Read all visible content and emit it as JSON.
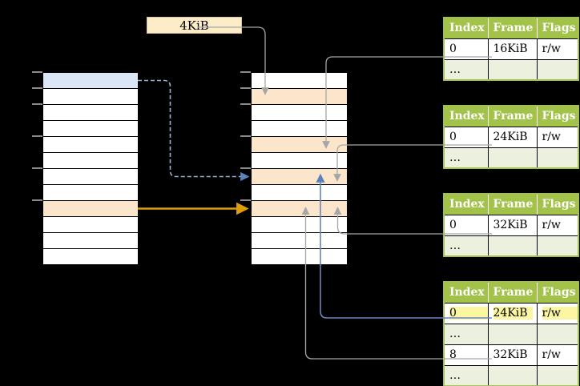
{
  "label_box": {
    "text": "4KiB"
  },
  "left_column": {
    "rows": [
      "blue",
      "white",
      "white",
      "white",
      "white",
      "white",
      "white",
      "white",
      "orange",
      "white",
      "white",
      "white"
    ]
  },
  "middle_column": {
    "rows": [
      "white",
      "orange",
      "white",
      "white",
      "orange",
      "white",
      "orange",
      "white",
      "orange",
      "white",
      "white",
      "white"
    ]
  },
  "tables": [
    {
      "name": "frame-table-16kib",
      "headers": [
        "Index",
        "Frame",
        "Flags"
      ],
      "rows": [
        {
          "cells": [
            "0",
            "16KiB",
            "r/w"
          ],
          "shaded": false,
          "highlighted": false
        },
        {
          "cells": [
            "…",
            "",
            ""
          ],
          "shaded": true,
          "highlighted": false
        }
      ]
    },
    {
      "name": "frame-table-24kib",
      "headers": [
        "Index",
        "Frame",
        "Flags"
      ],
      "rows": [
        {
          "cells": [
            "0",
            "24KiB",
            "r/w"
          ],
          "shaded": false,
          "highlighted": false
        },
        {
          "cells": [
            "…",
            "",
            ""
          ],
          "shaded": true,
          "highlighted": false
        }
      ]
    },
    {
      "name": "frame-table-32kib",
      "headers": [
        "Index",
        "Frame",
        "Flags"
      ],
      "rows": [
        {
          "cells": [
            "0",
            "32KiB",
            "r/w"
          ],
          "shaded": false,
          "highlighted": false
        },
        {
          "cells": [
            "…",
            "",
            ""
          ],
          "shaded": true,
          "highlighted": false
        }
      ]
    },
    {
      "name": "frame-table-level2",
      "headers": [
        "Index",
        "Frame",
        "Flags"
      ],
      "rows": [
        {
          "cells": [
            "0",
            "24KiB",
            "r/w"
          ],
          "shaded": false,
          "highlighted": true
        },
        {
          "cells": [
            "…",
            "",
            ""
          ],
          "shaded": true,
          "highlighted": false
        },
        {
          "cells": [
            "8",
            "32KiB",
            "r/w"
          ],
          "shaded": false,
          "highlighted": false
        },
        {
          "cells": [
            "…",
            "",
            ""
          ],
          "shaded": true,
          "highlighted": false
        }
      ]
    }
  ],
  "colors": {
    "background": "#000000",
    "table_header_green": "#a2c24a",
    "table_alt_row_green": "#ebf1de",
    "page_orange": "#fce6cb",
    "page_blue": "#dae6f5",
    "label_box_cream": "#fdecc8",
    "highlight_yellow": "#fcf6a2",
    "connector_gray": "#a6a6a6",
    "connector_blue": "#6686bd",
    "connector_dashed_blue": "#95b3d7",
    "connector_orange": "#e09c09"
  }
}
